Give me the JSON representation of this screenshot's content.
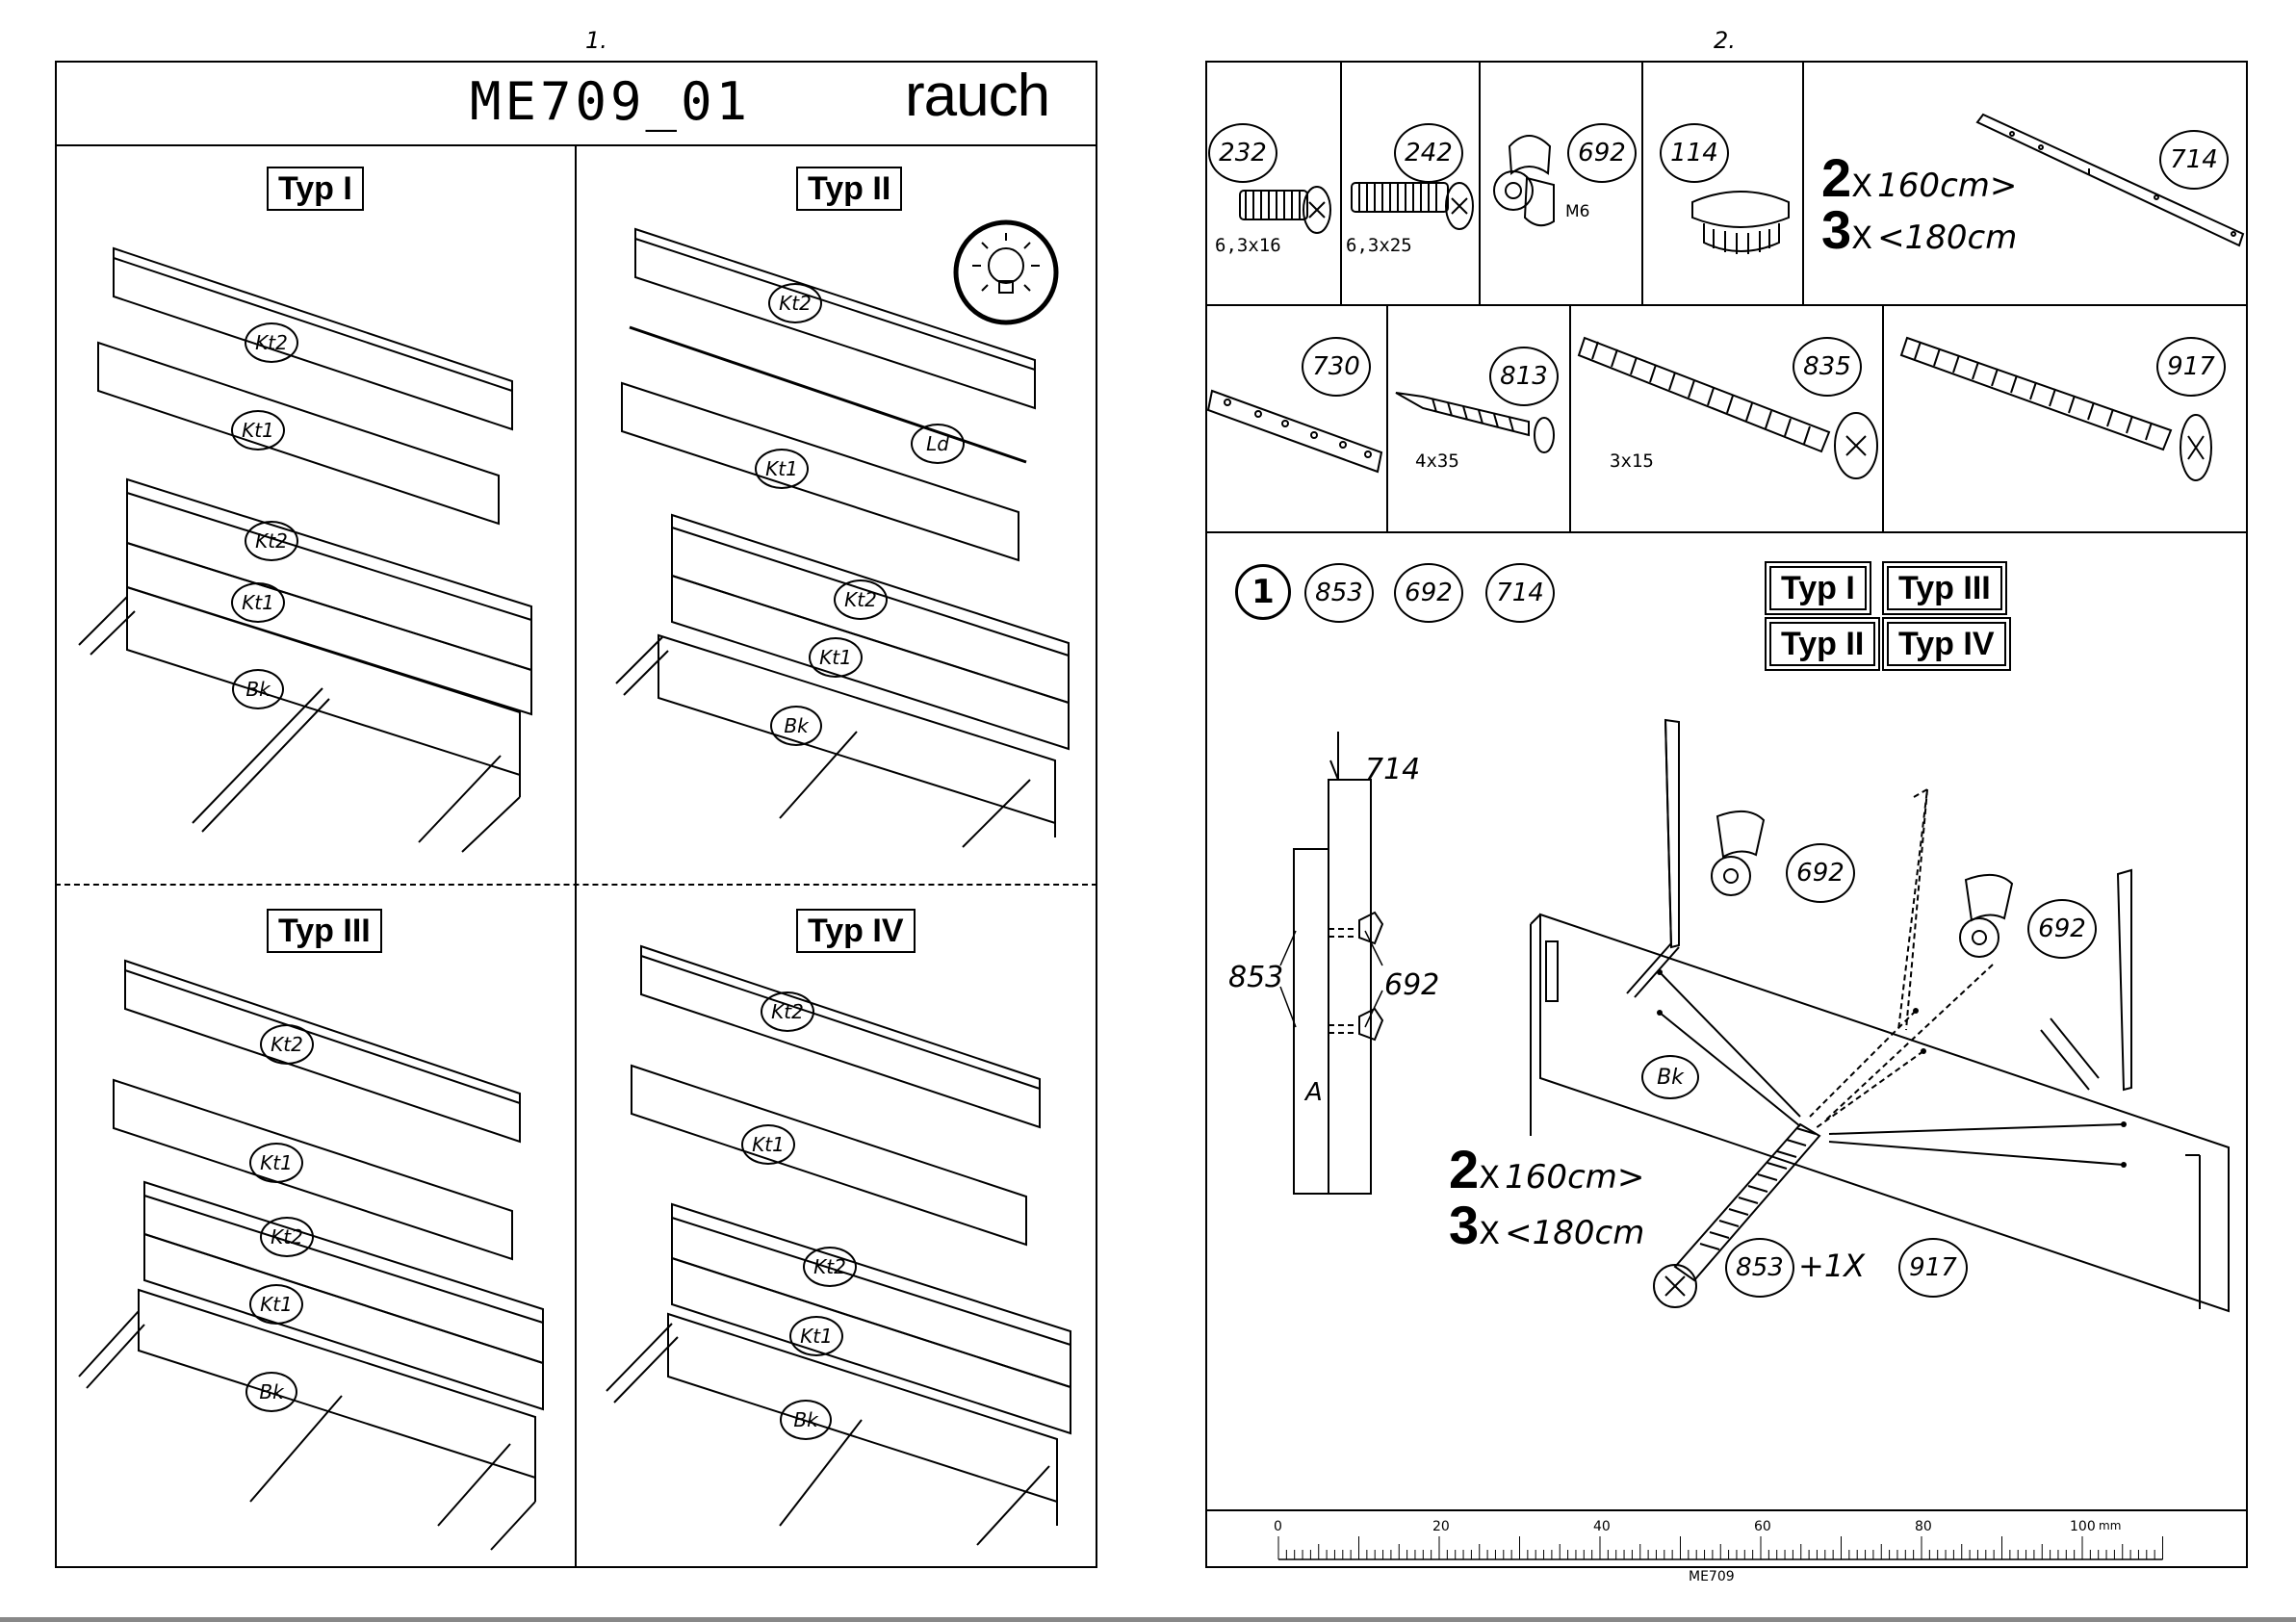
{
  "page1": {
    "number": "1.",
    "title": "ME709_01",
    "brand": "rauch",
    "panels": [
      {
        "type": "Typ I",
        "parts": [
          "Kt2",
          "Kt1",
          "Kt2",
          "Kt1",
          "Bk"
        ]
      },
      {
        "type": "Typ II",
        "parts": [
          "Kt2",
          "Ld",
          "Kt1",
          "Kt2",
          "Kt1",
          "Bk"
        ],
        "icon": "lightbulb-icon"
      },
      {
        "type": "Typ III",
        "parts": [
          "Kt2",
          "Kt1",
          "Kt2",
          "Kt1",
          "Bk"
        ]
      },
      {
        "type": "Typ IV",
        "parts": [
          "Kt2",
          "Kt1",
          "Kt2",
          "Kt1",
          "Bk"
        ]
      }
    ]
  },
  "page2": {
    "number": "2.",
    "hardware_row1": [
      {
        "id": "232",
        "size": "6,3x16"
      },
      {
        "id": "242",
        "size": "6,3x25"
      },
      {
        "id": "692",
        "size": "M6"
      },
      {
        "id": "114",
        "size": ""
      },
      {
        "id": "714",
        "size": ""
      }
    ],
    "qty714_a": {
      "count": "2",
      "x": "X",
      "text": "160cm>"
    },
    "qty714_b": {
      "count": "3",
      "x": "X",
      "text": "<180cm"
    },
    "hardware_row2": [
      {
        "id": "730",
        "size": ""
      },
      {
        "id": "813",
        "size": "4x35"
      },
      {
        "id": "835",
        "size": "3x15"
      },
      {
        "id": "917",
        "size": ""
      }
    ],
    "step": {
      "number": "1",
      "parts": [
        "853",
        "692",
        "714"
      ],
      "types": [
        "Typ I",
        "Typ III",
        "Typ II",
        "Typ IV"
      ],
      "detail_labels": {
        "rail": "714",
        "bolt": "853",
        "nut": "692",
        "a": "A"
      },
      "callouts": {
        "nut1": "692",
        "nut2": "692",
        "panel": "Bk",
        "bolt": "853",
        "extra_qty": "+1X",
        "extra": "917"
      },
      "qty_a": {
        "count": "2",
        "x": "X",
        "text": "160cm>"
      },
      "qty_b": {
        "count": "3",
        "x": "X",
        "text": "<180cm"
      }
    },
    "ruler": {
      "ticks": [
        "0",
        "20",
        "40",
        "60",
        "80",
        "100"
      ],
      "unit": "mm",
      "label": "ME709"
    }
  }
}
